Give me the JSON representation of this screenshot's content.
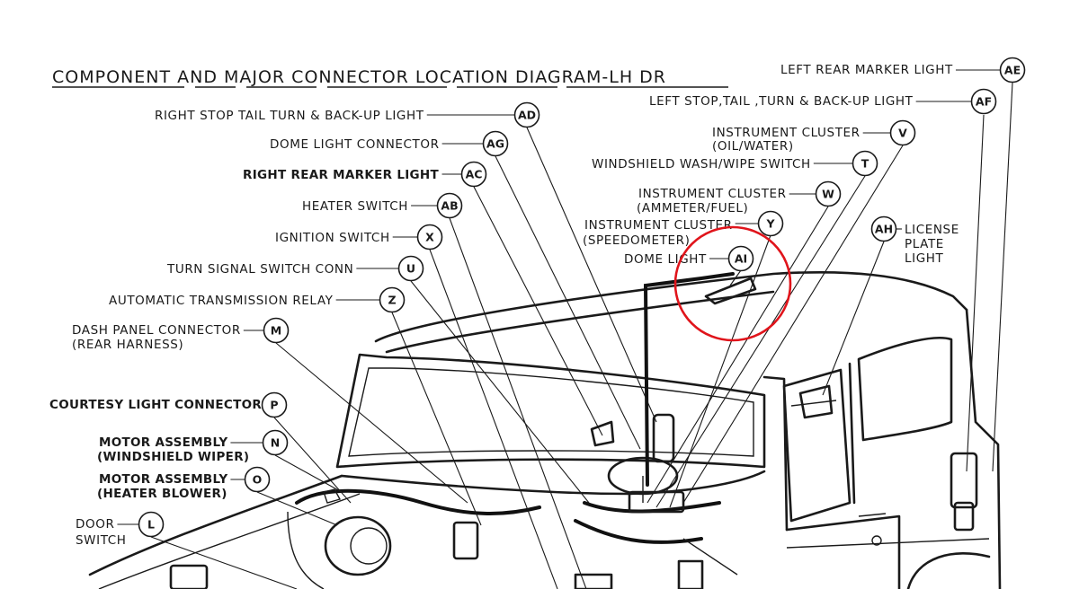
{
  "diagram": {
    "title": "COMPONENT AND MAJOR CONNECTOR LOCATION DIAGRAM-LH DR",
    "highlight_color": "#e0141b",
    "ink_color": "#1a1a1a",
    "callouts": [
      {
        "id": "AE",
        "label": [
          "LEFT REAR MARKER LIGHT"
        ]
      },
      {
        "id": "AF",
        "label": [
          "LEFT STOP,TAIL ,TURN & BACK-UP LIGHT"
        ]
      },
      {
        "id": "AD",
        "label": [
          "RIGHT STOP  TAIL TURN & BACK-UP LIGHT"
        ]
      },
      {
        "id": "AG",
        "label": [
          "DOME LIGHT CONNECTOR"
        ]
      },
      {
        "id": "AC",
        "label": [
          "RIGHT REAR MARKER LIGHT"
        ]
      },
      {
        "id": "AB",
        "label": [
          "HEATER SWITCH"
        ]
      },
      {
        "id": "X",
        "label": [
          "IGNITION SWITCH"
        ]
      },
      {
        "id": "U",
        "label": [
          "TURN SIGNAL SWITCH CONN"
        ]
      },
      {
        "id": "Z",
        "label": [
          "AUTOMATIC TRANSMISSION RELAY"
        ]
      },
      {
        "id": "M",
        "label": [
          "DASH PANEL CONNECTOR",
          "(REAR HARNESS)"
        ]
      },
      {
        "id": "P",
        "label": [
          "COURTESY LIGHT CONNECTOR"
        ]
      },
      {
        "id": "N",
        "label": [
          "MOTOR ASSEMBLY",
          "(WINDSHIELD WIPER)"
        ]
      },
      {
        "id": "O",
        "label": [
          "MOTOR ASSEMBLY",
          "(HEATER BLOWER)"
        ]
      },
      {
        "id": "L",
        "label": [
          "DOOR",
          "SWITCH"
        ]
      },
      {
        "id": "V",
        "label": [
          "INSTRUMENT CLUSTER",
          "(OIL/WATER)"
        ]
      },
      {
        "id": "T",
        "label": [
          "WINDSHIELD WASH/WIPE SWITCH"
        ]
      },
      {
        "id": "W",
        "label": [
          "INSTRUMENT CLUSTER",
          "(AMMETER/FUEL)"
        ]
      },
      {
        "id": "Y",
        "label": [
          "INSTRUMENT CLUSTER",
          "(SPEEDOMETER)"
        ]
      },
      {
        "id": "AI",
        "label": [
          "DOME LIGHT"
        ]
      },
      {
        "id": "AH",
        "label": [
          "LICENSE",
          "PLATE",
          "LIGHT"
        ]
      }
    ]
  }
}
